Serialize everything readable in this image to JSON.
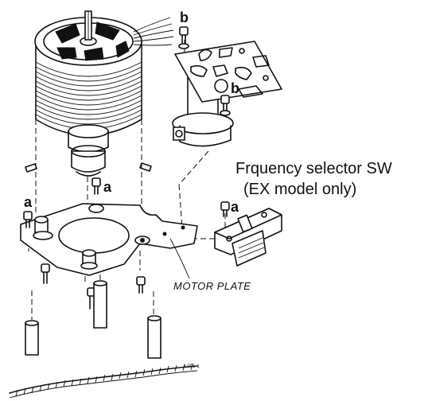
{
  "labels": {
    "screw_a": "a",
    "screw_b": "b",
    "switch_title": "Frquency selector SW",
    "switch_note": "(EX model only)",
    "motor_plate": "MOTOR PLATE",
    "figure_code": "L001-1"
  },
  "icons": {
    "motor": "motor-assembly-icon",
    "screw": "screw-icon",
    "board": "terminal-board-icon",
    "switch": "selector-switch-icon",
    "spacer": "hex-spacer-icon"
  }
}
